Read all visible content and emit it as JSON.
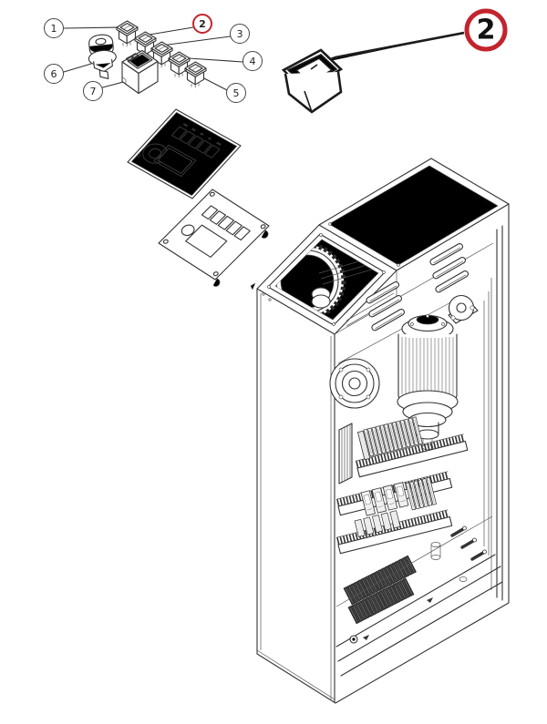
{
  "diagram": {
    "type": "exploded-parts-diagram",
    "subject": "control-cabinet-assembly",
    "background": "#ffffff",
    "ink_color": "#333333",
    "highlight_color": "#c2242e",
    "selected_part_number": "2"
  },
  "callouts": [
    {
      "label": "1",
      "part": "rocker-switch-1",
      "highlighted": false
    },
    {
      "label": "2",
      "part": "rocker-switch-2",
      "highlighted": true
    },
    {
      "label": "3",
      "part": "rocker-switch-3",
      "highlighted": false
    },
    {
      "label": "4",
      "part": "rocker-switch-4",
      "highlighted": false
    },
    {
      "label": "5",
      "part": "rocker-switch-5",
      "highlighted": false
    },
    {
      "label": "6",
      "part": "emergency-stop-button",
      "highlighted": false
    },
    {
      "label": "7",
      "part": "control-module",
      "highlighted": false
    }
  ],
  "highlight_callout": {
    "label": "2",
    "part": "rocker-switch-enlarged"
  }
}
